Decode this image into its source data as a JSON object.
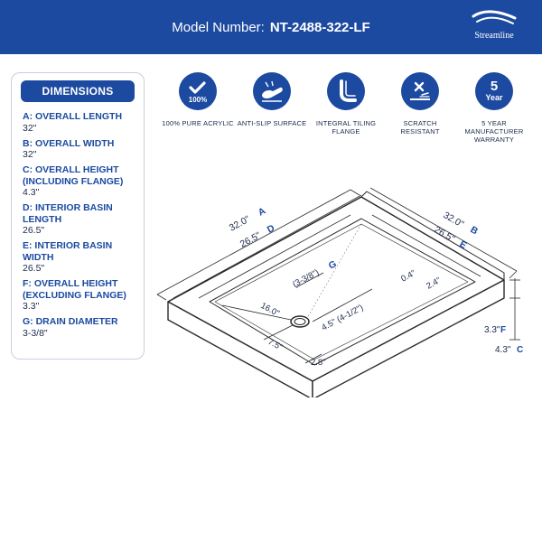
{
  "header": {
    "model_label": "Model Number:",
    "model_value": "NT-2488-322-LF",
    "brand": "Streamline"
  },
  "colors": {
    "primary": "#1c4aa0",
    "text": "#1a2a4a",
    "panel_border": "#c7cede"
  },
  "dimensions": {
    "title": "DIMENSIONS",
    "items": [
      {
        "label": "A: OVERALL LENGTH",
        "value": "32\""
      },
      {
        "label": "B: OVERALL WIDTH",
        "value": "32\""
      },
      {
        "label": "C: OVERALL HEIGHT (INCLUDING FLANGE)",
        "value": "4.3\""
      },
      {
        "label": "D: INTERIOR BASIN LENGTH",
        "value": "26.5\""
      },
      {
        "label": "E: INTERIOR BASIN WIDTH",
        "value": "26.5\""
      },
      {
        "label": "F: OVERALL HEIGHT (EXCLUDING FLANGE)",
        "value": "3.3\""
      },
      {
        "label": "G: DRAIN DIAMETER",
        "value": "3-3/8\""
      }
    ]
  },
  "features": [
    {
      "icon": "check-badge-icon",
      "badge_text": "100%",
      "label": "100% PURE ACRYLIC"
    },
    {
      "icon": "anti-slip-foot-icon",
      "label": "ANTI-SLIP SURFACE"
    },
    {
      "icon": "tiling-flange-icon",
      "label": "INTEGRAL TILING FLANGE"
    },
    {
      "icon": "scratch-resistant-icon",
      "label": "SCRATCH RESISTANT"
    },
    {
      "icon": "warranty-icon",
      "year_number": "5",
      "year_word": "Year",
      "label": "5 YEAR MANUFACTURER WARRANTY"
    }
  ],
  "diagram": {
    "overall_length": "32.0\"",
    "letter_a": "A",
    "interior_length": "26.5\"",
    "letter_d": "D",
    "overall_width": "32.0\"",
    "letter_b": "B",
    "interior_width": "26.5\"",
    "letter_e": "E",
    "drain_diameter": "(3-3/8\")",
    "letter_g": "G",
    "dim_16": "16.0\"",
    "dim_0_4": "0.4\"",
    "dim_2_4": "2.4\"",
    "dim_7_5": "7.5\"",
    "dim_4_5": "4.5\" (4-1/2\")",
    "dim_2_8": "2.8\"",
    "overall_height_excl": "3.3\"",
    "letter_f": "F",
    "overall_height_incl": "4.3\"",
    "letter_c": "C"
  }
}
